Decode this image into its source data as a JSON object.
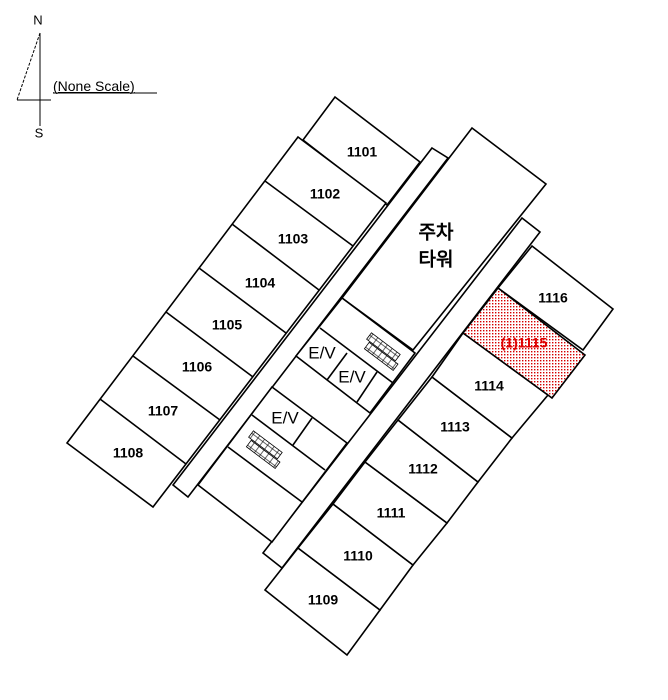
{
  "compass": {
    "north": "N",
    "south": "S",
    "scale_note": "(None Scale)"
  },
  "parking_tower": {
    "line1": "주차",
    "line2": "타워"
  },
  "elevators": [
    "E/V",
    "E/V",
    "E/V"
  ],
  "units": {
    "u1101": "1101",
    "u1102": "1102",
    "u1103": "1103",
    "u1104": "1104",
    "u1105": "1105",
    "u1106": "1106",
    "u1107": "1107",
    "u1108": "1108",
    "u1109": "1109",
    "u1110": "1110",
    "u1111": "1111",
    "u1112": "1112",
    "u1113": "1113",
    "u1114": "1114",
    "u1115": "(1)1115",
    "u1116": "1116"
  },
  "highlight": {
    "unit": "(1)1115",
    "color": "#d40000"
  }
}
